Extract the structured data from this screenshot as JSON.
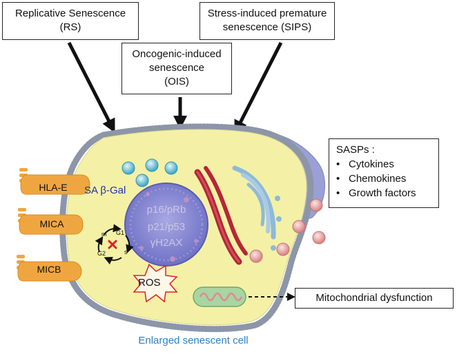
{
  "boxes": {
    "replicative_line1": "Replicative Senescence",
    "replicative_line2": "(RS)",
    "stress_line1": "Stress-induced premature",
    "stress_line2": "senescence (SIPS)",
    "oncogenic_line1": "Oncogenic-induced",
    "oncogenic_line2": "senescence",
    "oncogenic_line3": "(OIS)"
  },
  "sasp": {
    "title": "SASPs :",
    "items": [
      "Cytokines",
      "Chemokines",
      "Growth factors"
    ]
  },
  "receptors": {
    "hla": "HLA-E",
    "mica": "MICA",
    "micb": "MICB"
  },
  "cell": {
    "sa_gal": "SA β-Gal",
    "nucleus_line1": "p16/pRb",
    "nucleus_line2": "p21/p53",
    "nucleus_line3": "γH2AX",
    "ros": "ROS",
    "mito_label": "Mitochondrial dysfunction",
    "caption": "Enlarged senescent cell"
  },
  "cell_cycle": {
    "m": "m",
    "g1": "G1",
    "g2": "G2",
    "s": "s"
  },
  "colors": {
    "cytoplasm": "#f4f1a6",
    "membrane_dots": "#9aa3b3",
    "envelope": "#9aa0d6",
    "nucleus": "#8e8fd6",
    "receptor": "#f0a640",
    "er": "#b42738",
    "golgi": "#8fb9d9",
    "vesicle": "#e2a1a0",
    "granule": "#57b9d0",
    "caption": "#2f7fc1",
    "sa_gal": "#2233aa"
  }
}
